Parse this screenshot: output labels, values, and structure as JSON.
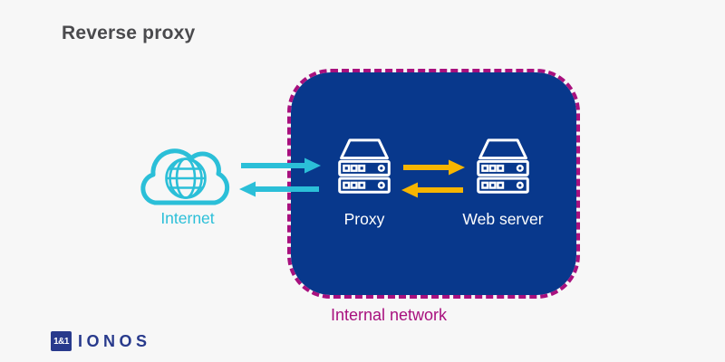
{
  "title": "Reverse proxy",
  "colors": {
    "background": "#F7F7F7",
    "title_text": "#4A4A4D",
    "internal_network_fill": "#08388C",
    "internal_network_border": "#A8107E",
    "internet_accent": "#2BBFD8",
    "proxy_arrow_accent": "#F7B500",
    "server_icon_stroke": "#FFFFFF",
    "logo_blue": "#283A8C"
  },
  "diagram": {
    "internet": {
      "label": "Internet",
      "icon": "cloud-globe-icon"
    },
    "proxy": {
      "label": "Proxy",
      "icon": "server-icon"
    },
    "web_server": {
      "label": "Web server",
      "icon": "server-icon"
    },
    "internal_network": {
      "label": "Internal network",
      "style": "dashed-rounded-box"
    },
    "arrows": [
      {
        "name": "internet-to-proxy",
        "direction": "right",
        "color": "#2BBFD8"
      },
      {
        "name": "proxy-to-internet",
        "direction": "left",
        "color": "#2BBFD8"
      },
      {
        "name": "proxy-to-webserver",
        "direction": "right",
        "color": "#F7B500"
      },
      {
        "name": "webserver-to-proxy",
        "direction": "left",
        "color": "#F7B500"
      }
    ]
  },
  "footer": {
    "logo_square_text": "1&1",
    "logo_text": "IONOS"
  }
}
